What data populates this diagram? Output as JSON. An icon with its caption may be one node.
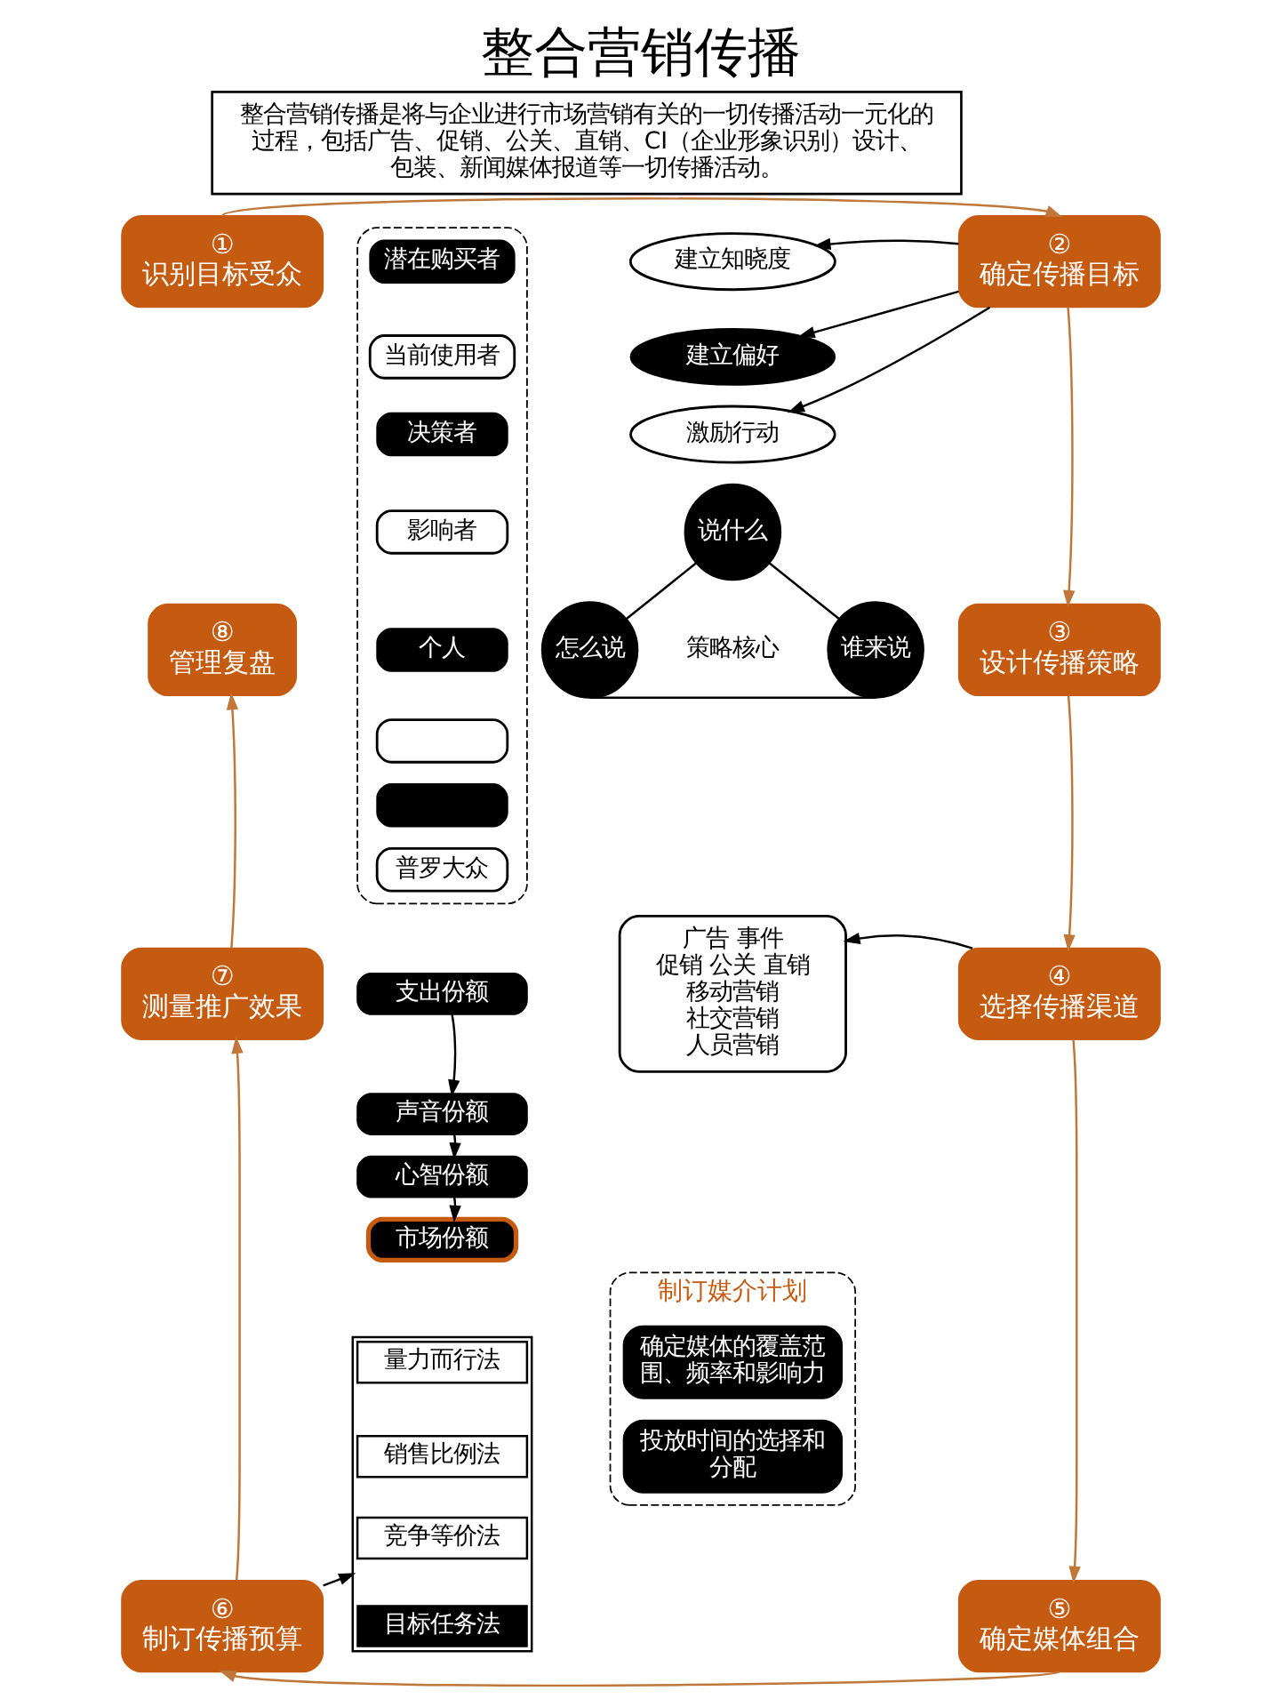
{
  "diagram": {
    "title": "整合营销传播",
    "nodes": [
      {
        "text": [
          "整合营销传播是将与企业进行市场营销有关的一切传播活动一元化的过程，包括广告、促销、公关、直销、CI（企业形象识别）设计、包装、新闻媒体报道等一切传播活动。"
        ]
      },
      {
        "text": [
          "①",
          "识别目标受众"
        ]
      },
      {
        "text": [],
        "shape": "box"
      },
      {
        "text": [
          "潜在购买者"
        ],
        "in": 2
      },
      {
        "text": [
          "当前使用者"
        ],
        "in": 2
      },
      {
        "text": [
          "决策者"
        ],
        "in": 2
      },
      {
        "text": [
          "影响者"
        ],
        "in": 2
      },
      {
        "text": [
          "个人"
        ],
        "in": 2
      },
      {
        "text": [],
        "shape": "box",
        "in": 2
      },
      {
        "text": [],
        "shape": "box",
        "in": 2
      },
      {
        "text": [
          "普罗大众"
        ],
        "in": 2
      },
      {
        "text": [
          "建立知晓度"
        ]
      },
      {
        "text": [
          "建立偏好"
        ]
      },
      {
        "text": [
          "激励行动"
        ]
      },
      {
        "text": [
          "②",
          "确定传播目标"
        ]
      },
      {
        "text": [
          "说什么"
        ]
      },
      {
        "text": [
          "策略核心"
        ]
      },
      {
        "text": [
          "怎么说"
        ]
      },
      {
        "text": [
          "谁来说"
        ]
      },
      {
        "text": [
          "⑧",
          "管理复盘"
        ]
      },
      {
        "text": [
          "③",
          "设计传播策略"
        ]
      },
      {
        "text": [
          "⑦",
          "测量推广效果"
        ]
      },
      {
        "text": [
          "支出份额"
        ]
      },
      {
        "text": [
          "声音份额"
        ]
      },
      {
        "text": [
          "心智份额"
        ]
      },
      {
        "text": [
          "市场份额"
        ]
      },
      {
        "text": [
          "广告 事件",
          "促销 公关 直销",
          "移动营销",
          "社交营销",
          "人员营销"
        ]
      },
      {
        "text": [
          "④",
          "选择传播渠道"
        ]
      },
      {
        "text": [
          "制订媒介计划"
        ]
      },
      {
        "text": [
          "确定媒体的覆盖范围、频率和影响力"
        ],
        "in": 28
      },
      {
        "text": [
          "投放时间的选择和分配"
        ],
        "in": 28
      },
      {
        "text": [
          "⑥",
          "制订传播预算"
        ]
      },
      {
        "text": [],
        "shape": "box"
      },
      {
        "text": [
          "量力而行法"
        ],
        "in": 32
      },
      {
        "text": [
          "销售比例法"
        ],
        "in": 32
      },
      {
        "text": [
          "竞争等价法"
        ],
        "in": 32
      },
      {
        "text": [
          "目标任务法"
        ],
        "in": 32
      },
      {
        "text": [
          "⑤",
          "确定媒体组合"
        ]
      }
    ],
    "edges": [
      {
        "from": 1,
        "to": 14,
        "arrow": "to",
        "color": "#c0773a"
      },
      {
        "from": 14,
        "to": 20,
        "arrow": "to",
        "color": "#c0773a"
      },
      {
        "from": 20,
        "to": 27,
        "arrow": "to",
        "color": "#c0773a"
      },
      {
        "from": 27,
        "to": 37,
        "arrow": "to",
        "color": "#c0773a"
      },
      {
        "from": 37,
        "to": 31,
        "arrow": "to",
        "color": "#c0773a"
      },
      {
        "from": 31,
        "to": 21,
        "arrow": "to",
        "color": "#c0773a"
      },
      {
        "from": 21,
        "to": 19,
        "arrow": "to",
        "color": "#c0773a"
      },
      {
        "from": 14,
        "to": 11,
        "arrow": "to"
      },
      {
        "from": 14,
        "to": 12,
        "arrow": "to"
      },
      {
        "from": 14,
        "to": 13,
        "arrow": "to"
      },
      {
        "from": 15,
        "to": 17,
        "arrow": "none"
      },
      {
        "from": 15,
        "to": 18,
        "arrow": "none"
      },
      {
        "from": 17,
        "to": 18,
        "arrow": "none"
      },
      {
        "from": 22,
        "to": 23,
        "arrow": "to"
      },
      {
        "from": 23,
        "to": 24,
        "arrow": "to"
      },
      {
        "from": 24,
        "to": 25,
        "arrow": "to"
      },
      {
        "from": 27,
        "to": 26,
        "arrow": "to"
      },
      {
        "from": 31,
        "to": 32,
        "arrow": "to"
      }
    ]
  }
}
